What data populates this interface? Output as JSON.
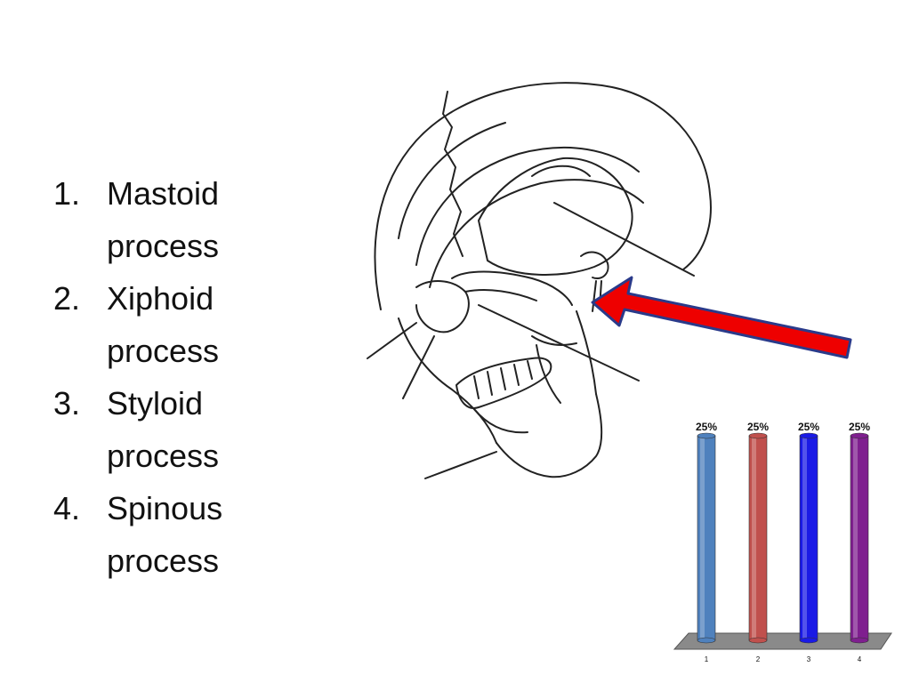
{
  "options": [
    {
      "number": "1.",
      "label": "Mastoid process"
    },
    {
      "number": "2.",
      "label": "Xiphoid process"
    },
    {
      "number": "3.",
      "label": "Styloid process"
    },
    {
      "number": "4.",
      "label": "Spinous process"
    }
  ],
  "arrow": {
    "color": "#ee0000",
    "outline": "#2a3a8a"
  },
  "chart_data": {
    "type": "bar",
    "categories": [
      "1",
      "2",
      "3",
      "4"
    ],
    "values": [
      25,
      25,
      25,
      25
    ],
    "value_labels": [
      "25%",
      "25%",
      "25%",
      "25%"
    ],
    "colors": [
      "#4f81bd",
      "#c0504d",
      "#1a1ae6",
      "#7f1f8f"
    ],
    "ylim": [
      0,
      25
    ],
    "grid": false,
    "title": "",
    "xlabel": "",
    "ylabel": ""
  }
}
